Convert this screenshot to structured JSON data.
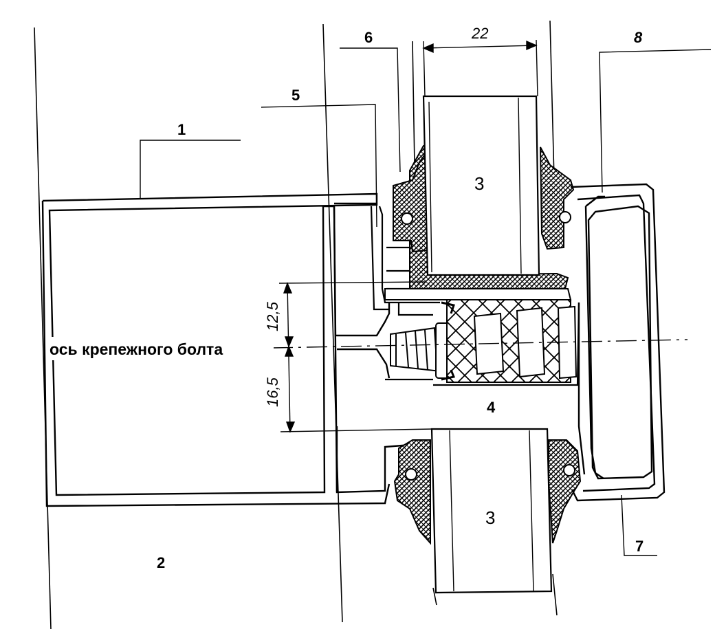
{
  "callouts": {
    "c1": "1",
    "c2": "2",
    "c3_top": "3",
    "c3_bottom": "3",
    "c4": "4",
    "c5": "5",
    "c6": "6",
    "c7": "7",
    "c8": "8"
  },
  "dimensions": {
    "glass_thickness": "22",
    "upper_offset": "12,5",
    "lower_offset": "16,5"
  },
  "axis_label": "ось крепежного болта",
  "colors": {
    "line": "#000000",
    "background": "#ffffff",
    "gasket_fill": "#3a3a3a",
    "glass_fill": "#ffffff"
  }
}
